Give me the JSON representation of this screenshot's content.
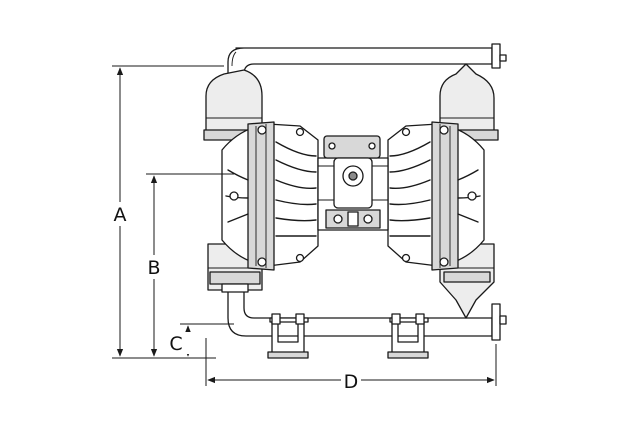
{
  "diagram": {
    "dimensions": [
      {
        "id": "A",
        "label": "A"
      },
      {
        "id": "B",
        "label": "B"
      },
      {
        "id": "C",
        "label": "C"
      },
      {
        "id": "D",
        "label": "D"
      }
    ]
  }
}
